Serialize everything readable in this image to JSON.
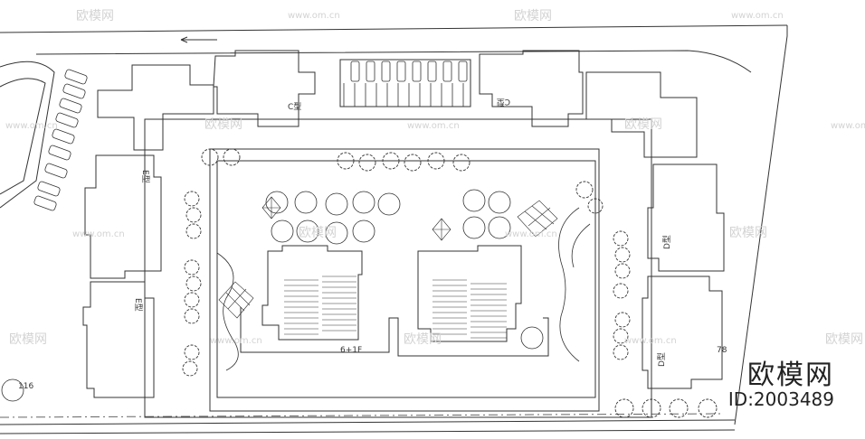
{
  "plan": {
    "label_c_left": "C型",
    "label_c_right": "C型",
    "label_e_upper": "E型",
    "label_e_lower": "E型",
    "label_d_upper": "D型",
    "label_d_lower": "D型",
    "label_storeys": "6+1F",
    "label_left_small": "116",
    "label_right_small": "78"
  },
  "watermark": {
    "site": "www.om.cn",
    "brand": "欧模网"
  },
  "branding": {
    "name": "欧模网",
    "id": "ID:2003489"
  },
  "colors": {
    "line": "#333333",
    "watermark": "#d0d0d0",
    "background": "#ffffff"
  }
}
